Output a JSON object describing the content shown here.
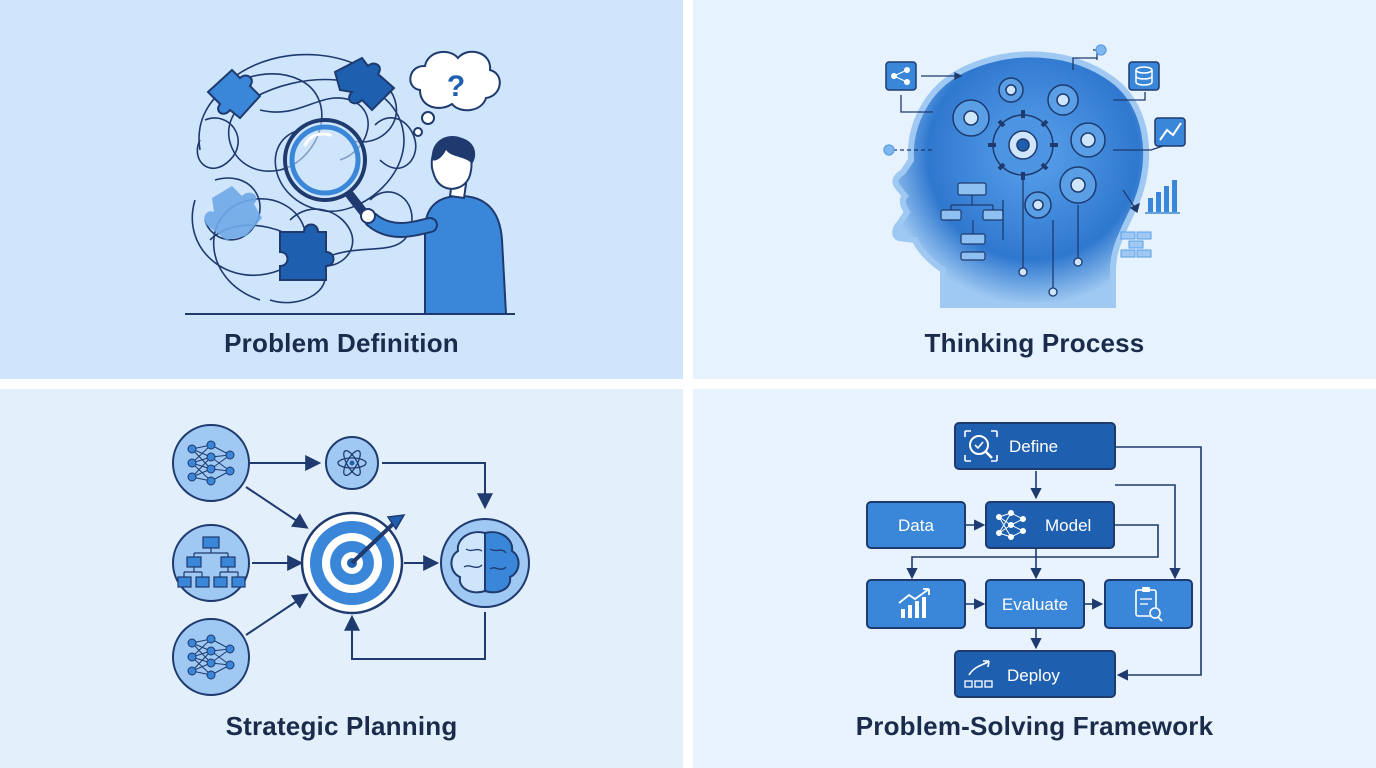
{
  "panels": {
    "problem_definition": {
      "title": "Problem Definition"
    },
    "thinking_process": {
      "title": "Thinking Process"
    },
    "strategic_planning": {
      "title": "Strategic Planning"
    },
    "framework": {
      "title": "Problem-Solving Framework",
      "nodes": {
        "define": "Define",
        "data": "Data",
        "model": "Model",
        "evaluate": "Evaluate",
        "deploy": "Deploy"
      }
    }
  },
  "thought_bubble_text": "?",
  "colors": {
    "panel_bg_1": "#cfe5fb",
    "panel_bg_2": "#e6f2fd",
    "outline": "#1e3a6e",
    "accent_blue": "#3a86d9",
    "dark_blue": "#1f5fb0",
    "light_blue": "#9fc9f2"
  }
}
